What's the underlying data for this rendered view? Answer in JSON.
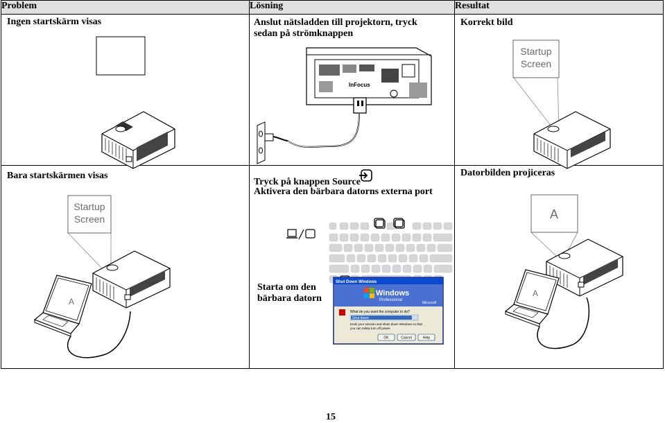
{
  "header": {
    "col1": "Problem",
    "col2": "Lösning",
    "col3": "Resultat"
  },
  "rows": [
    {
      "problem": "Ingen startskärm visas",
      "solution_line1": "Anslut nätsladden till projektorn, tryck",
      "solution_line2": "sedan på strömknappen",
      "result": "Korrekt bild",
      "callout": {
        "line1": "Startup",
        "line2": "Screen"
      },
      "projector_brand": "InFocus"
    },
    {
      "problem": "Bara startskärmen visas",
      "solution_line1": "Tryck på knappen Source",
      "solution_line2": "Aktivera den bärbara datorns externa port",
      "result": "Datorbilden projiceras",
      "callout": {
        "line1": "Startup",
        "line2": "Screen"
      },
      "laptop_screen_letter": "A",
      "result_screen_letter": "A",
      "restart_line1": "Starta om den",
      "restart_line2": "bärbara datorn",
      "dialog": {
        "title": "Shut Down Windows",
        "product": "Windows",
        "edition": "Professional",
        "brand": "Microsoft",
        "question": "What do you want the computer to do?",
        "selected_option": "Shut down",
        "description1": "Ends your session and shuts down Windows so that",
        "description2": "you can safely turn off power.",
        "buttons": [
          "OK",
          "Cancel",
          "Help"
        ]
      }
    }
  ],
  "page_number": "15"
}
